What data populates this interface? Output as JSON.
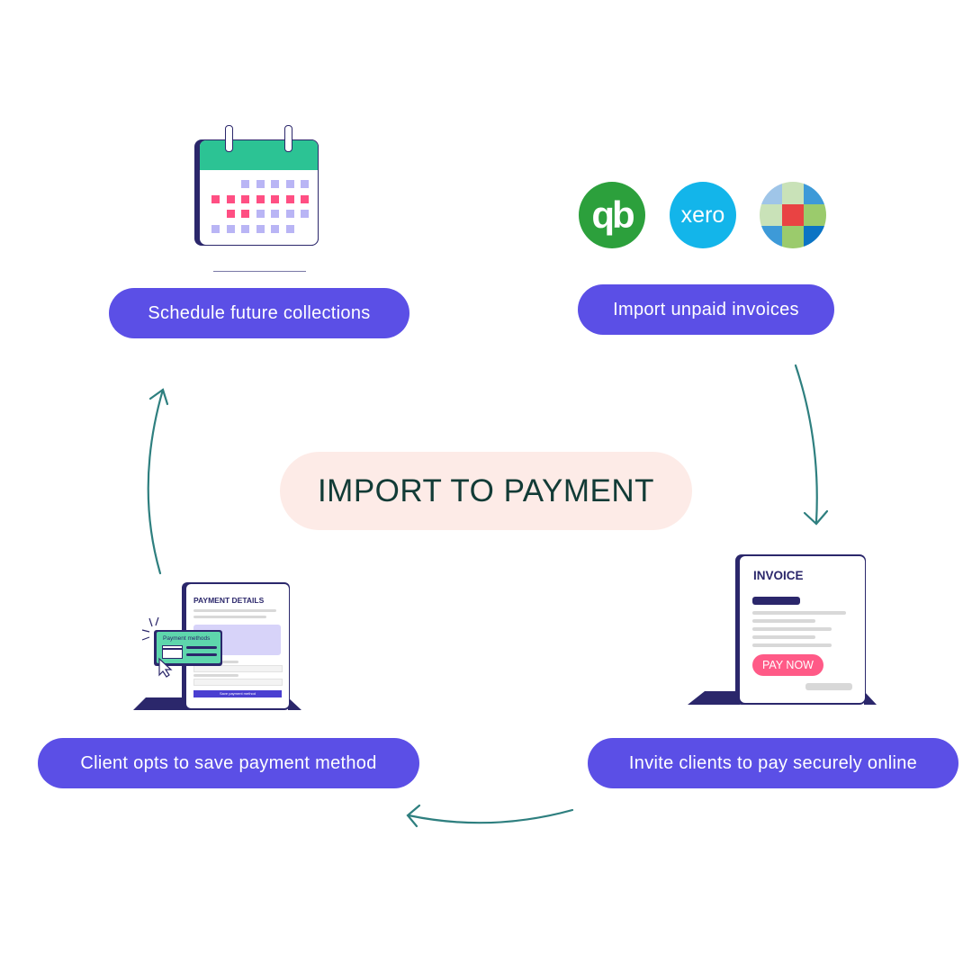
{
  "title": "IMPORT TO PAYMENT",
  "steps": {
    "schedule": "Schedule future collections",
    "import": "Import unpaid invoices",
    "invite": "Invite clients to pay securely online",
    "save": "Client opts to save payment method"
  },
  "invoice": {
    "heading": "INVOICE",
    "button": "PAY NOW"
  },
  "payment": {
    "heading": "PAYMENT DETAILS",
    "popup": "Payment methods",
    "button": "Save payment method"
  },
  "logos": {
    "quickbooks": "qb",
    "xero": "xero"
  },
  "colors": {
    "pill": "#5b4fe6",
    "arrow": "#2e7f7f",
    "center_bg": "#fdebe7"
  }
}
